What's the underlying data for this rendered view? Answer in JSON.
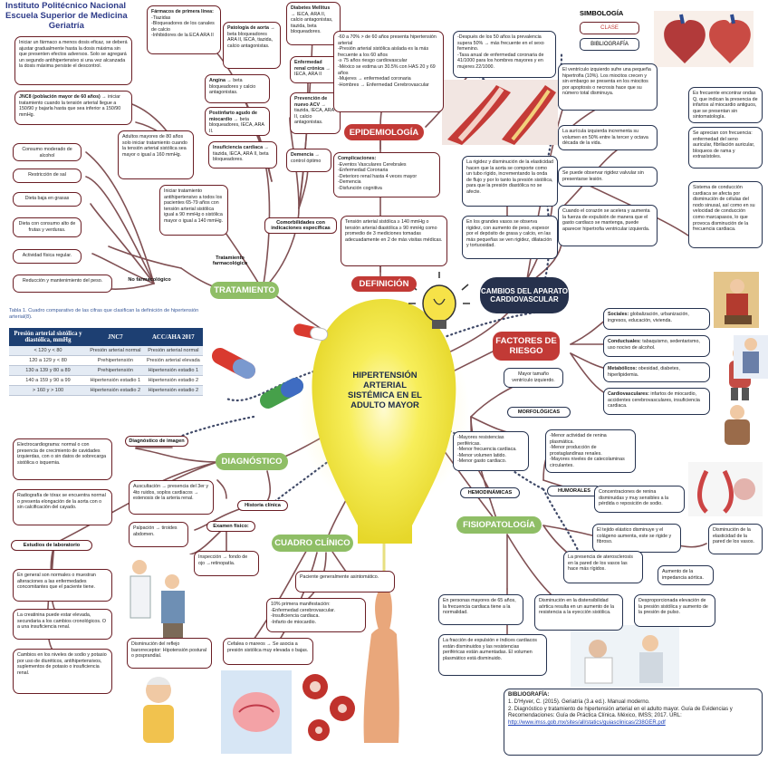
{
  "header": {
    "line1": "Instituto Politécnico Nacional",
    "line2": "Escuela Superior de Medicina",
    "line3": "Geriatría"
  },
  "legend": {
    "title": "SIMBOLOGÍA",
    "clase": "CLASE",
    "bibliografia": "BIBLIOGRAFÍA"
  },
  "center": {
    "title": "HIPERTENSIÓN ARTERIAL SISTÉMICA EN EL ADULTO MAYOR"
  },
  "nodes": {
    "tratamiento": "TRATAMIENTO",
    "definicion": "DEFINICIÓN",
    "epidemiologia": "EPIDEMIOLOGÍA",
    "cambios": "CAMBIOS DEL APARATO CARDIOVASCULAR",
    "factores": "FACTORES DE RIESGO",
    "diagnostico": "DIAGNÓSTICO",
    "cuadro": "CUADRO CLÍNICO",
    "fisiopatologia": "FISIOPATOLOGÍA"
  },
  "tratamiento": {
    "intro": "Iniciar un fármaco a menos dosis eficaz, se deberá ajustar gradualmente hasta la dosis máxima sin que presenten efectos adversos. Solo se agregará un segundo antihipertensivo si una vez alcanzada la dosis máxima persiste el descontrol.",
    "jnc8_title": "JNC8 (población mayor de 60 años) →",
    "jnc8_text": "iniciar tratamiento cuando la tensión arterial llegue a 150/90 y bajarla hasta que sea inferior a 150/90 mmHg.",
    "mayores80": "Adultos mayores de 80 años solo iniciar tratamiento cuando la tensión arterial sistólica sea mayor o igual a 160 mmHg.",
    "farmacos_title": "Fármacos de primera línea:",
    "farmacos_items": "-Tiazidas\n-Bloqueadores de los canales de calcio\n-Inhibidores de la ECA ARA II",
    "patologia_aorta_title": "Patología de aorta →",
    "patologia_aorta_text": "beta bloqueadores ARA II, IECA, tiazida, calcio antagonistas.",
    "diabetes_title": "Diabetes Mellitus →",
    "diabetes_text": "IECA, ARA II, calcio antagonistas, tiazida, beta bloqueadores.",
    "enfermedad_renal_title": "Enfermedad renal crónica →",
    "enfermedad_renal_text": "IECA, ARA II",
    "angina_title": "Angina →",
    "angina_text": "beta bloqueadores y calcio antagonistas.",
    "postinfarto_title": "Postinfarto agudo de miocardio →",
    "postinfarto_text": "beta bloqueadores, IECA, ARA II.",
    "prevencion_title": "Prevención de nuevo ACV →",
    "prevencion_text": "tiazida, IECA, ARA II, calcio antagonistas.",
    "insuficiencia_title": "Insuficiencia cardiaca →",
    "insuficiencia_text": "tiazida, IECA, ARA II, beta bloqueadores.",
    "demencia_title": "Demencia →",
    "demencia_text": "control óptimo",
    "iniciar_6579": "Iniciar tratamiento antihipertensivo a todos los pacientes 65-79 años con tensión arterial sistólica igual a 90 mmHg o sistólica mayor o igual a 140 mmHg.",
    "comorbilidades": "Comorbilidades con indicaciones específicas",
    "tratamiento_farmacologico": "Tratamiento farmacológico",
    "no_farmacologico": "No farmacológico",
    "consumo_alcohol": "Consumo moderado de alcohol",
    "restriccion_sal": "Restricción de sal",
    "dieta_grasas": "Dieta baja en grasas",
    "dieta_frutas": "Dieta con consumo alto de frutas y verduras.",
    "actividad": "Actividad física regular.",
    "reduccion_peso": "Reducción y mantenimiento del peso."
  },
  "table": {
    "caption": "Tabla 1. Cuadro comparativo de las cifras que clasifican la definición de hipertensión arterial(8).",
    "headers": [
      "Presión arterial sistólica y diastólica, mmHg",
      "JNC7",
      "ACC/AHA 2017"
    ],
    "rows": [
      [
        "< 120 y < 80",
        "Presión arterial normal",
        "Presión arterial normal"
      ],
      [
        "120 a 129 y < 80",
        "Prehipertensión",
        "Presión arterial elevada"
      ],
      [
        "130 a 139 y 80 a 89",
        "Prehipertensión",
        "Hipertensión estadio 1"
      ],
      [
        "140 a 159 y 90 a 99",
        "Hipertensión estadio 1",
        "Hipertensión estadio 2"
      ],
      [
        "> 160 y > 100",
        "Hipertensión estadio 2",
        "Hipertensión estadio 2"
      ]
    ]
  },
  "epidemiologia": {
    "stats": "-60 a 70% > de 60 años presenta hipertensión arterial\n-Presión arterial sistólica aislada es la más frecuente a los 60 años\n-≥ 75 años riesgo cardiovascular\n-México se estima un 30.5% con HAS 20 y 69 años\n-Mujeres → enfermedad coronaria\n-Hombres → Enfermedad Cerebrovascular",
    "prevalencia": "-Después de los 50 años la prevalencia supera 50% → más frecuente en el sexo femenino.\n-Tasa anual de enfermedad coronaria de 41/1000 para los hombres mayores y en mujeres 22/1000.",
    "complicaciones_title": "Complicaciones:",
    "complicaciones_text": "-Eventos Vasculares Cerebrales\n-Enfermedad Coronaria\n-Deterioro renal hasta 4 veces mayor\n-Demencia\n-Disfunción cognitiva"
  },
  "definicion": {
    "text": "Tensión arterial sistólica ≥ 140 mmHg o tensión arterial diastólica ≥ 90 mmHg como promedio de 3 mediciones tomadas adecuadamente en 2 de más visitas médicas."
  },
  "cambios": {
    "rigidez": "La rigidez y disminución de la elasticidad hacen que la aorta se comporte como un tubo rígido, incrementando la onda de flujo y por lo tanto la presión sistólica, para que la presión diastólica no se afecte.",
    "grandes_vasos": "En los grandes vasos se observa rigidez, con aumento de peso, espesor por el depósito de grasa y calcio, en las más pequeñas se ven rigidez, dilatación y tortuosidad.",
    "ventriculo": "El ventrículo izquierdo sufre una pequeña hipertrofia (10%). Los miocitos crecen y sin embargo se presenta en los miocitos por apoptosis o necrosis hace que su número total disminuya.",
    "auricula": "La aurícula izquierda incrementa su volumen en 50% entre la tercer y octava década de la vida.",
    "rigidez_valvular": "Se puede observar rigidez valvular sin presentarse lesión.",
    "corazon": "Cuando el corazón se acelera y aumenta la fuerza de expulsión de manera que el gasto cardiaco se mantenga, puede aparecer hipertrofia ventricular izquierda.",
    "onda_q": "Es frecuente encontrar ondas Q, que indican la presencia de infartos al miocardio antiguos, que se presentan sin sintomatología.",
    "enfermedad_seno": "Se aprecian con frecuencia: enfermedad del seno auricular, fibrilación auricular, bloqueos de rama y extrasístoles.",
    "conduccion": "Sistema de conducción cardiaca se afecta por disminución de células del nodo sinusal, así como en su velocidad de conducción como marcapasos, lo que provoca disminución de la frecuencia cardiaca."
  },
  "factores": {
    "sociales_title": "Sociales:",
    "sociales_text": "globalización, urbanización, ingresos, educación, vivienda.",
    "conductuales_title": "Conductuales:",
    "conductuales_text": "tabaquismo, sedentarismo, uso nocivo de alcohol.",
    "metabolicos_title": "Metabólicos:",
    "metabolicos_text": "obesidad, diabetes, hiperlipidemia.",
    "cardiovasculares_title": "Cardiovasculares:",
    "cardiovasculares_text": "infartos de miocardio, accidentes cerebrovasculares, insuficiencia cardiaca."
  },
  "fisiopatologia": {
    "mayor_tamano": "Mayor tamaño ventrículo izquierdo.",
    "morfologicas": "MORFOLÓGICAS",
    "hemodinamicas": "HEMODINÁMICAS",
    "humorales": "HUMORALES",
    "hemo_list": "-Mayores resistencias periféricas.\n-Menor frecuencia cardiaca.\n-Menor volumen latido.\n-Menor gasto cardiaco.",
    "humor_list": "-Menor actividad de renina plasmática.\n-Menor producción de prostaglandinas renales.\n-Mayores niveles de catecolaminas circulantes.",
    "concentraciones": "Concentraciones de renina disminuidas y muy sensibles a la pérdida o reposición de sodio.",
    "elastico": "El tejido elástico disminuye y el colágeno aumenta, este se rigide y fibroso.",
    "disminucion_elasticidad": "Disminución de la elasticidad de la pared de los vasos.",
    "aterosclerosis": "La presencia de aterosclerosis en la pared de los vasos las hace más rígidos.",
    "impedancia": "Aumento de la impedancia aórtica.",
    "mayores65": "En personas mayores de 65 años, la frecuencia cardiaca tiene a la normalidad.",
    "distensibilidad": "Disminución en la distensibilidad aórtica resulta en un aumento de la resistencia a la eyección sistólica.",
    "presion_pulso": "Desproporcionada elevación de la presión sistólica y aumento de la presión de pulso.",
    "fraccion": "La fracción de expulsión e índices cardiacos están disminuidos y las resistencias periféricas están aumentadas. El volumen plasmático está disminuido."
  },
  "diagnostico": {
    "ecg": "Electrocardiograma: normal o con presencia de crecimiento de cavidades izquierdas, con o sin datos de sobrecarga sistólica o isquemia.",
    "diagnostico_imagen": "Diagnóstico de imagen",
    "rx": "Radiografía de tórax se encuentra normal o presenta elongación de la aorta con o sin calcificación del cayado.",
    "estudios_lab": "Estudios de laboratorio",
    "auscultacion": "Auscultación → presencia del 3er y 4to ruidos, soplos cardiacos → estenosis de la arteria renal.",
    "historia": "Historia clínica",
    "examen": "Examen físico:",
    "palpacion": "Palpación → tiroides abdomen.",
    "inspeccion": "Inspección → fondo de ojo →retinopatía.",
    "normales": "En general son normales o muestran alteraciones a las enfermedades concomitantes que el paciente tiene.",
    "creatinina": "La creatinina puede estar elevada, secundaria a los cambios cronológicos. O a una insuficiencia renal.",
    "cambios_sodio": "Cambios en los niveles de sodio y potasio por uso de diuréticos, antihipertensivos, suplementos de potasio o insuficiencia renal."
  },
  "cuadro": {
    "asintomatico": "Paciente generalmente asintomático.",
    "primera": "10% primera manifestación:\n-Enfermedad cerebrovascular.\n-Insuficiencia cardiaca.\n-Infarto de miocardio.",
    "reflejo": "Disminución del reflejo barorreceptor: Hipotensión postural o posprandial.",
    "cefalea": "Cefalea o mareos → Se asocia a presión sistólica muy elevada o bajas."
  },
  "bibliografia": {
    "title": "BIBLIOGRAFÍA:",
    "ref1": "1. D'Hyver, C. (2015). Geriatría (3.a ed.). Manual moderno.",
    "ref2": "2. Diagnóstico y tratamiento de hipertensión arterial en el adulto mayor. Guía de Evidencias y Recomendaciones: Guía de Práctica Clínica. México, IMSS; 2017. URL:",
    "url": "http://www.imss.gob.mx/sites/all/statics/guiasclinicas/238GER.pdf"
  },
  "colors": {
    "green": "#8fbe66",
    "red": "#c23a36",
    "navy": "#26314c",
    "bulb": "#f5ea4c",
    "dark_red": "#6a1d24"
  }
}
